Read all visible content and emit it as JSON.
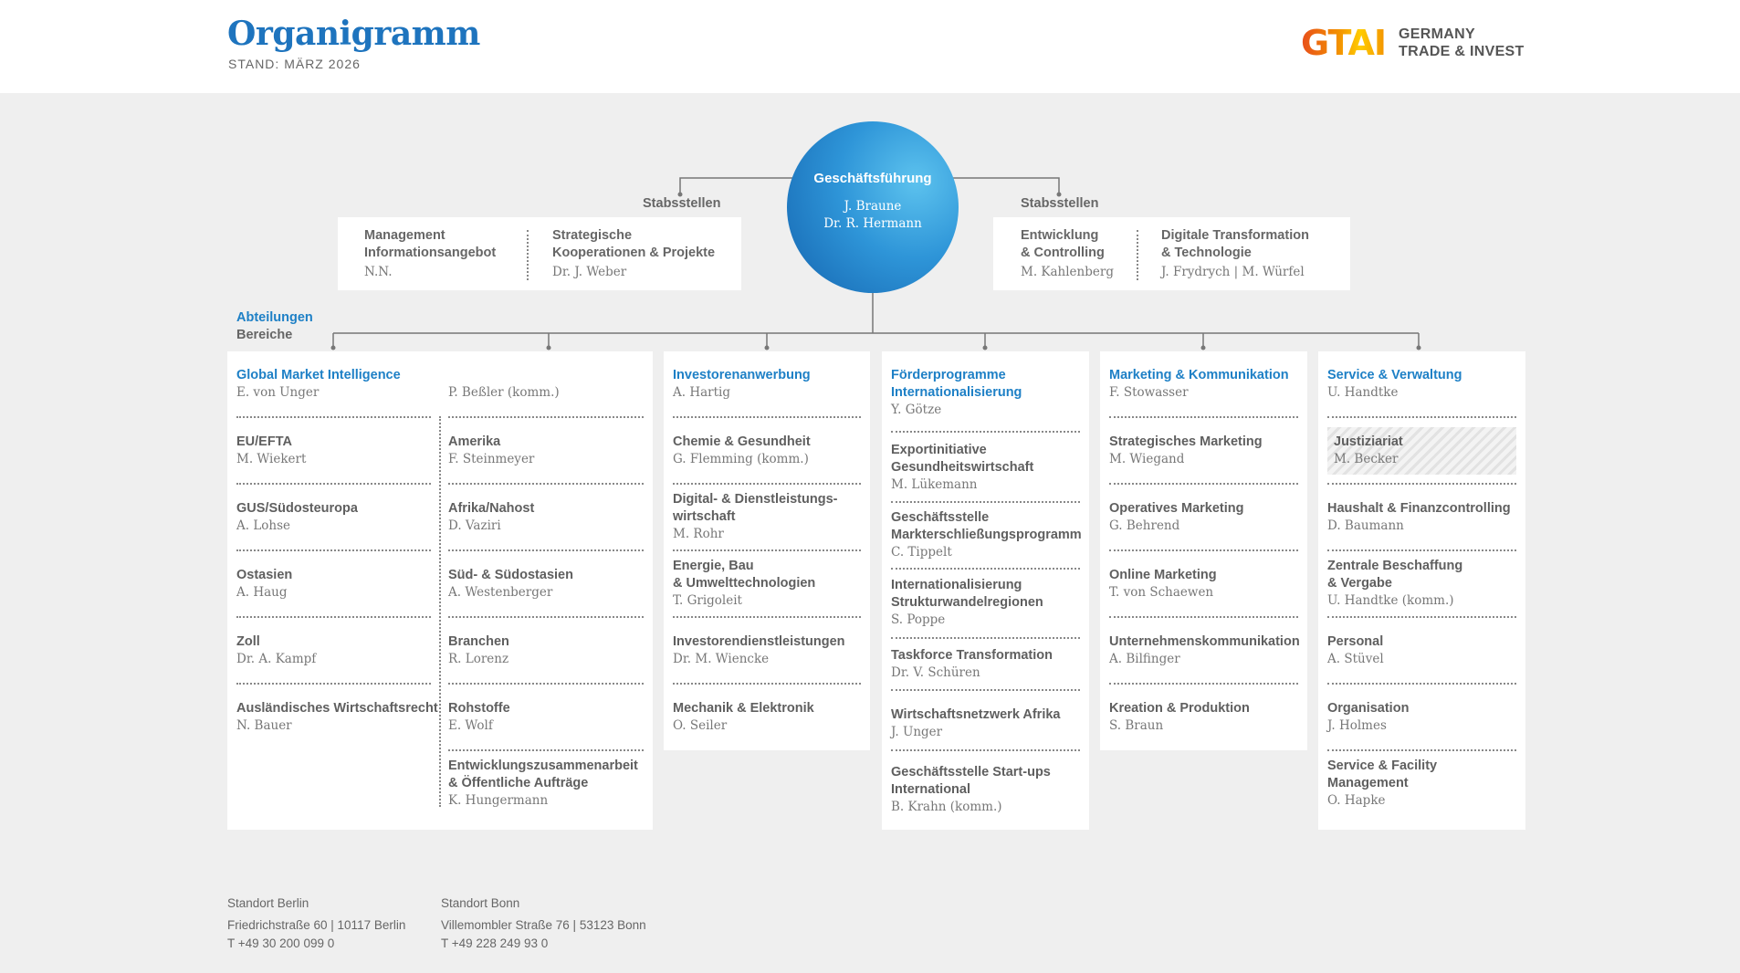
{
  "header": {
    "title": "Organigramm",
    "subtitle": "STAND: MÄRZ 2026",
    "logo_mark": "GTAI",
    "logo_line1": "GERMANY",
    "logo_line2": "TRADE & INVEST"
  },
  "colors": {
    "accent_blue": "#1e80c6",
    "background": "#efefef",
    "text_gray": "#5f5f5f"
  },
  "leadership": {
    "title": "Geschäftsführung",
    "names": [
      "J. Braune",
      "Dr. R. Hermann"
    ]
  },
  "staff_left": {
    "label": "Stabsstellen",
    "items": [
      {
        "lines": [
          "Management",
          "Informationsangebot"
        ],
        "name": "N.N."
      },
      {
        "lines": [
          "Strategische",
          "Kooperationen & Projekte"
        ],
        "name": "Dr. J. Weber"
      }
    ]
  },
  "staff_right": {
    "label": "Stabsstellen",
    "items": [
      {
        "lines": [
          "Entwicklung",
          "& Controlling"
        ],
        "name": "M. Kahlenberg"
      },
      {
        "lines": [
          "Digitale Transformation",
          "& Technologie"
        ],
        "name": "J. Frydrych | M. Würfel"
      }
    ]
  },
  "departments_label": {
    "line1": "Abteilungen",
    "line2": "Bereiche"
  },
  "departments": [
    {
      "head": {
        "lines": [
          "Global Market Intelligence"
        ],
        "name": "E. von Unger",
        "name2": "P. Beßler (komm.)"
      },
      "left": [
        {
          "lines": [
            "EU/EFTA"
          ],
          "name": "M. Wiekert"
        },
        {
          "lines": [
            "GUS/Südosteuropa"
          ],
          "name": "A. Lohse"
        },
        {
          "lines": [
            "Ostasien"
          ],
          "name": "A. Haug"
        },
        {
          "lines": [
            "Zoll"
          ],
          "name": "Dr. A. Kampf"
        },
        {
          "lines": [
            "Ausländisches Wirtschaftsrecht"
          ],
          "name": "N. Bauer"
        }
      ],
      "right": [
        {
          "lines": [
            "Amerika"
          ],
          "name": "F. Steinmeyer"
        },
        {
          "lines": [
            "Afrika/Nahost"
          ],
          "name": "D. Vaziri"
        },
        {
          "lines": [
            "Süd- & Südostasien"
          ],
          "name": "A. Westenberger"
        },
        {
          "lines": [
            "Branchen"
          ],
          "name": "R. Lorenz"
        },
        {
          "lines": [
            "Rohstoffe"
          ],
          "name": "E. Wolf"
        },
        {
          "lines": [
            "Entwicklungszusammenarbeit",
            "& Öffentliche Aufträge"
          ],
          "name": "K. Hungermann"
        }
      ]
    },
    {
      "head": {
        "lines": [
          "Investorenanwerbung"
        ],
        "name": "A. Hartig"
      },
      "items": [
        {
          "lines": [
            "Chemie & Gesundheit"
          ],
          "name": "G. Flemming (komm.)"
        },
        {
          "lines": [
            "Digital- & Dienstleistungs-",
            "wirtschaft"
          ],
          "name": "M. Rohr"
        },
        {
          "lines": [
            "Energie, Bau",
            "& Umwelttechnologien"
          ],
          "name": "T. Grigoleit"
        },
        {
          "lines": [
            "Investorendienstleistungen"
          ],
          "name": "Dr. M. Wiencke"
        },
        {
          "lines": [
            "Mechanik & Elektronik"
          ],
          "name": "O. Seiler"
        }
      ]
    },
    {
      "head": {
        "lines": [
          "Förderprogramme",
          "Internationalisierung"
        ],
        "name": "Y. Götze"
      },
      "items": [
        {
          "lines": [
            "Exportinitiative",
            "Gesundheitswirtschaft"
          ],
          "name": "M. Lükemann"
        },
        {
          "lines": [
            "Geschäftsstelle",
            "Markterschließungsprogramm"
          ],
          "name": "C. Tippelt"
        },
        {
          "lines": [
            "Internationalisierung",
            "Strukturwandelregionen"
          ],
          "name": "S. Poppe"
        },
        {
          "lines": [
            "Taskforce Transformation"
          ],
          "name": "Dr. V. Schüren"
        },
        {
          "lines": [
            "Wirtschaftsnetzwerk Afrika"
          ],
          "name": "J. Unger"
        },
        {
          "lines": [
            "Geschäftsstelle Start-ups",
            "International"
          ],
          "name": "B. Krahn (komm.)"
        }
      ]
    },
    {
      "head": {
        "lines": [
          "Marketing & Kommunikation"
        ],
        "name": "F. Stowasser"
      },
      "items": [
        {
          "lines": [
            "Strategisches Marketing"
          ],
          "name": "M. Wiegand"
        },
        {
          "lines": [
            "Operatives Marketing"
          ],
          "name": "G. Behrend"
        },
        {
          "lines": [
            "Online Marketing"
          ],
          "name": "T. von Schaewen"
        },
        {
          "lines": [
            "Unternehmenskommunikation"
          ],
          "name": "A. Bilfinger"
        },
        {
          "lines": [
            "Kreation & Produktion"
          ],
          "name": "S. Braun"
        }
      ]
    },
    {
      "head": {
        "lines": [
          "Service & Verwaltung"
        ],
        "name": "U. Handtke"
      },
      "items": [
        {
          "lines": [
            "Justiziariat"
          ],
          "name": "M. Becker"
        },
        {
          "lines": [
            "Haushalt & Finanzcontrolling"
          ],
          "name": "D. Baumann"
        },
        {
          "lines": [
            "Zentrale Beschaffung",
            "& Vergabe"
          ],
          "name": "U. Handtke (komm.)"
        },
        {
          "lines": [
            "Personal"
          ],
          "name": "A. Stüvel"
        },
        {
          "lines": [
            "Organisation"
          ],
          "name": "J. Holmes"
        },
        {
          "lines": [
            "Service & Facility",
            "Management"
          ],
          "name": "O. Hapke"
        }
      ]
    }
  ],
  "footer": {
    "berlin": {
      "label": "Standort Berlin",
      "address": "Friedrichstraße 60 | 10117 Berlin",
      "phone": "T +49 30 200 099 0"
    },
    "bonn": {
      "label": "Standort Bonn",
      "address": "Villemombler Straße 76 | 53123 Bonn",
      "phone": "T +49 228 249 93 0"
    }
  }
}
